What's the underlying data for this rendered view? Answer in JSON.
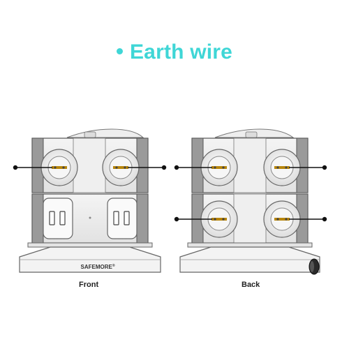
{
  "heading": {
    "text": "Earth wire"
  },
  "front": {
    "caption": "Front",
    "brand": "SAFEMORE",
    "brand_mark": "®"
  },
  "back": {
    "caption": "Back"
  },
  "colors": {
    "accent": "#3fd6d6",
    "earth_clip": "#b8860b",
    "outline": "#555555"
  }
}
